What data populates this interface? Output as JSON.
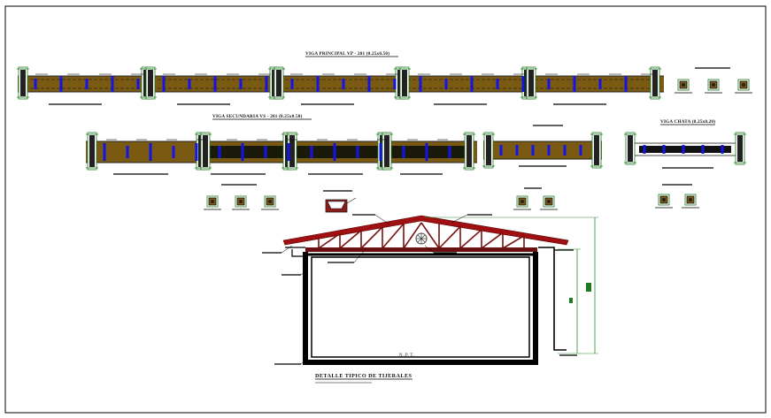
{
  "drawing": {
    "title_main_beam": "VIGA PRINCIPAL VP - 201 (0.25x0.50)",
    "title_secondary_beam": "VIGA SECUNDARIA VS - 201 (0.25x0.50)",
    "title_flat_beam": "VIGA CHATA (0.25x0.20)",
    "title_truss_detail": "DETALLE TIPICO DE TIJERALES",
    "floor_level_label": "N.P.T."
  },
  "colors": {
    "beam_fill": "#7a5a12",
    "rebar": "#1414e6",
    "column": "#1f7a1f",
    "roof": "#a01010",
    "wall": "#000000",
    "dimension": "#2a8a2a"
  }
}
